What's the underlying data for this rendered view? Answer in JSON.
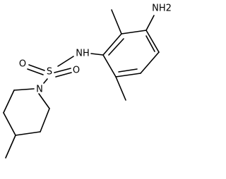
{
  "molecule": {
    "atoms": {
      "amine": "NH2",
      "amide_nh": "NH",
      "sulfur": "S",
      "oxygen_left": "O",
      "oxygen_right": "O",
      "ring_nitrogen": "N"
    }
  }
}
